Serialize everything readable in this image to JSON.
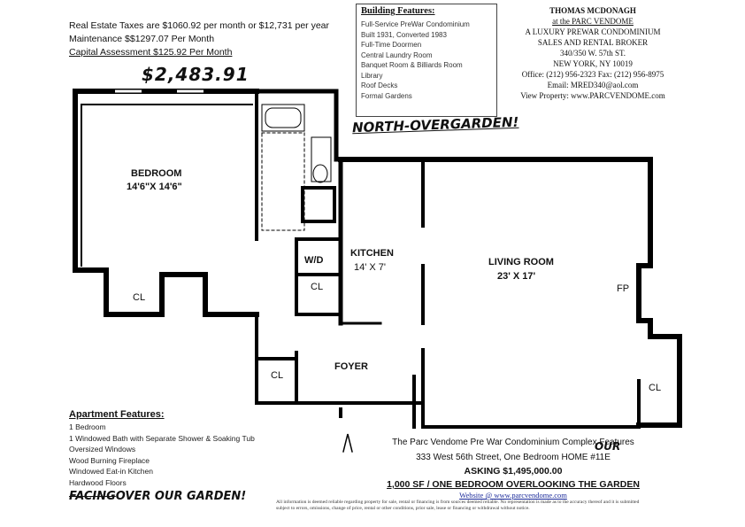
{
  "taxes": {
    "line1": "Real Estate Taxes are $1060.92 per month or $12,731 per year",
    "line2": "Maintenance $$1297.07 Per Month",
    "line3": "Capital Assessment $125.92 Per Month",
    "handwritten_total": "$2,483.91"
  },
  "building_features": {
    "title": "Building Features:",
    "items": [
      "Full-Service PreWar Condominium",
      "Built 1931, Converted 1983",
      "Full-Time Doormen",
      "Central Laundry Room",
      "Banquet Room & Billiards Room",
      "Library",
      "Roof Decks",
      "Formal Gardens"
    ]
  },
  "broker": {
    "name": "THOMAS MCDONAGH",
    "at": "at the PARC VENDOME",
    "line3": "A LUXURY PREWAR CONDOMINIUM",
    "line4": "SALES AND RENTAL BROKER",
    "address": "340/350 W. 57th ST.",
    "city": "NEW YORK, NY 10019",
    "phone": "Office: (212) 956-2323  Fax: (212) 956-8975",
    "email": "Email: MRED340@aol.com",
    "view": "View Property: www.PARCVENDOME.com"
  },
  "handwritten_note": "NORTH-OVERGARDEN!",
  "rooms": {
    "bedroom_label": "BEDROOM",
    "bedroom_dim": "14'6\"X 14'6\"",
    "kitchen_label": "KITCHEN",
    "kitchen_dim": "14' X 7'",
    "living_label": "LIVING ROOM",
    "living_dim": "23' X 17'",
    "foyer_label": "FOYER",
    "wd_label": "W/D",
    "fp_label": "FP",
    "closet_label": "CL"
  },
  "apartment_features": {
    "title": "Apartment Features:",
    "items": [
      "1 Bedroom",
      "1 Windowed Bath with Separate Shower & Soaking Tub",
      "Oversized Windows",
      "Wood Burning Fireplace",
      "Windowed Eat-in Kitchen",
      "Hardwood Floors"
    ],
    "handwritten_strike": "FACING",
    "handwritten_note": "OVER OUR GARDEN!"
  },
  "listing": {
    "line1": "The Parc Vendome Pre War Condominium Complex Features",
    "line2": "333 West 56th Street, One Bedroom HOME #11E",
    "handwritten_our": "OUR",
    "asking": "ASKING $1,495,000.00",
    "size": "1,000 SF / ONE BEDROOM OVERLOOKING THE GARDEN",
    "website": "Website @ www.parcvendome.com",
    "disclaimer1": "All information is deemed reliable regarding property for sale, rental or financing is from sources deemed reliable. No representation is made as to the accuracy thereof and it is submitted",
    "disclaimer2": "subject to errors, omissions, change of price, rental or other conditions, prior sale, lease or financing or withdrawal without notice."
  }
}
